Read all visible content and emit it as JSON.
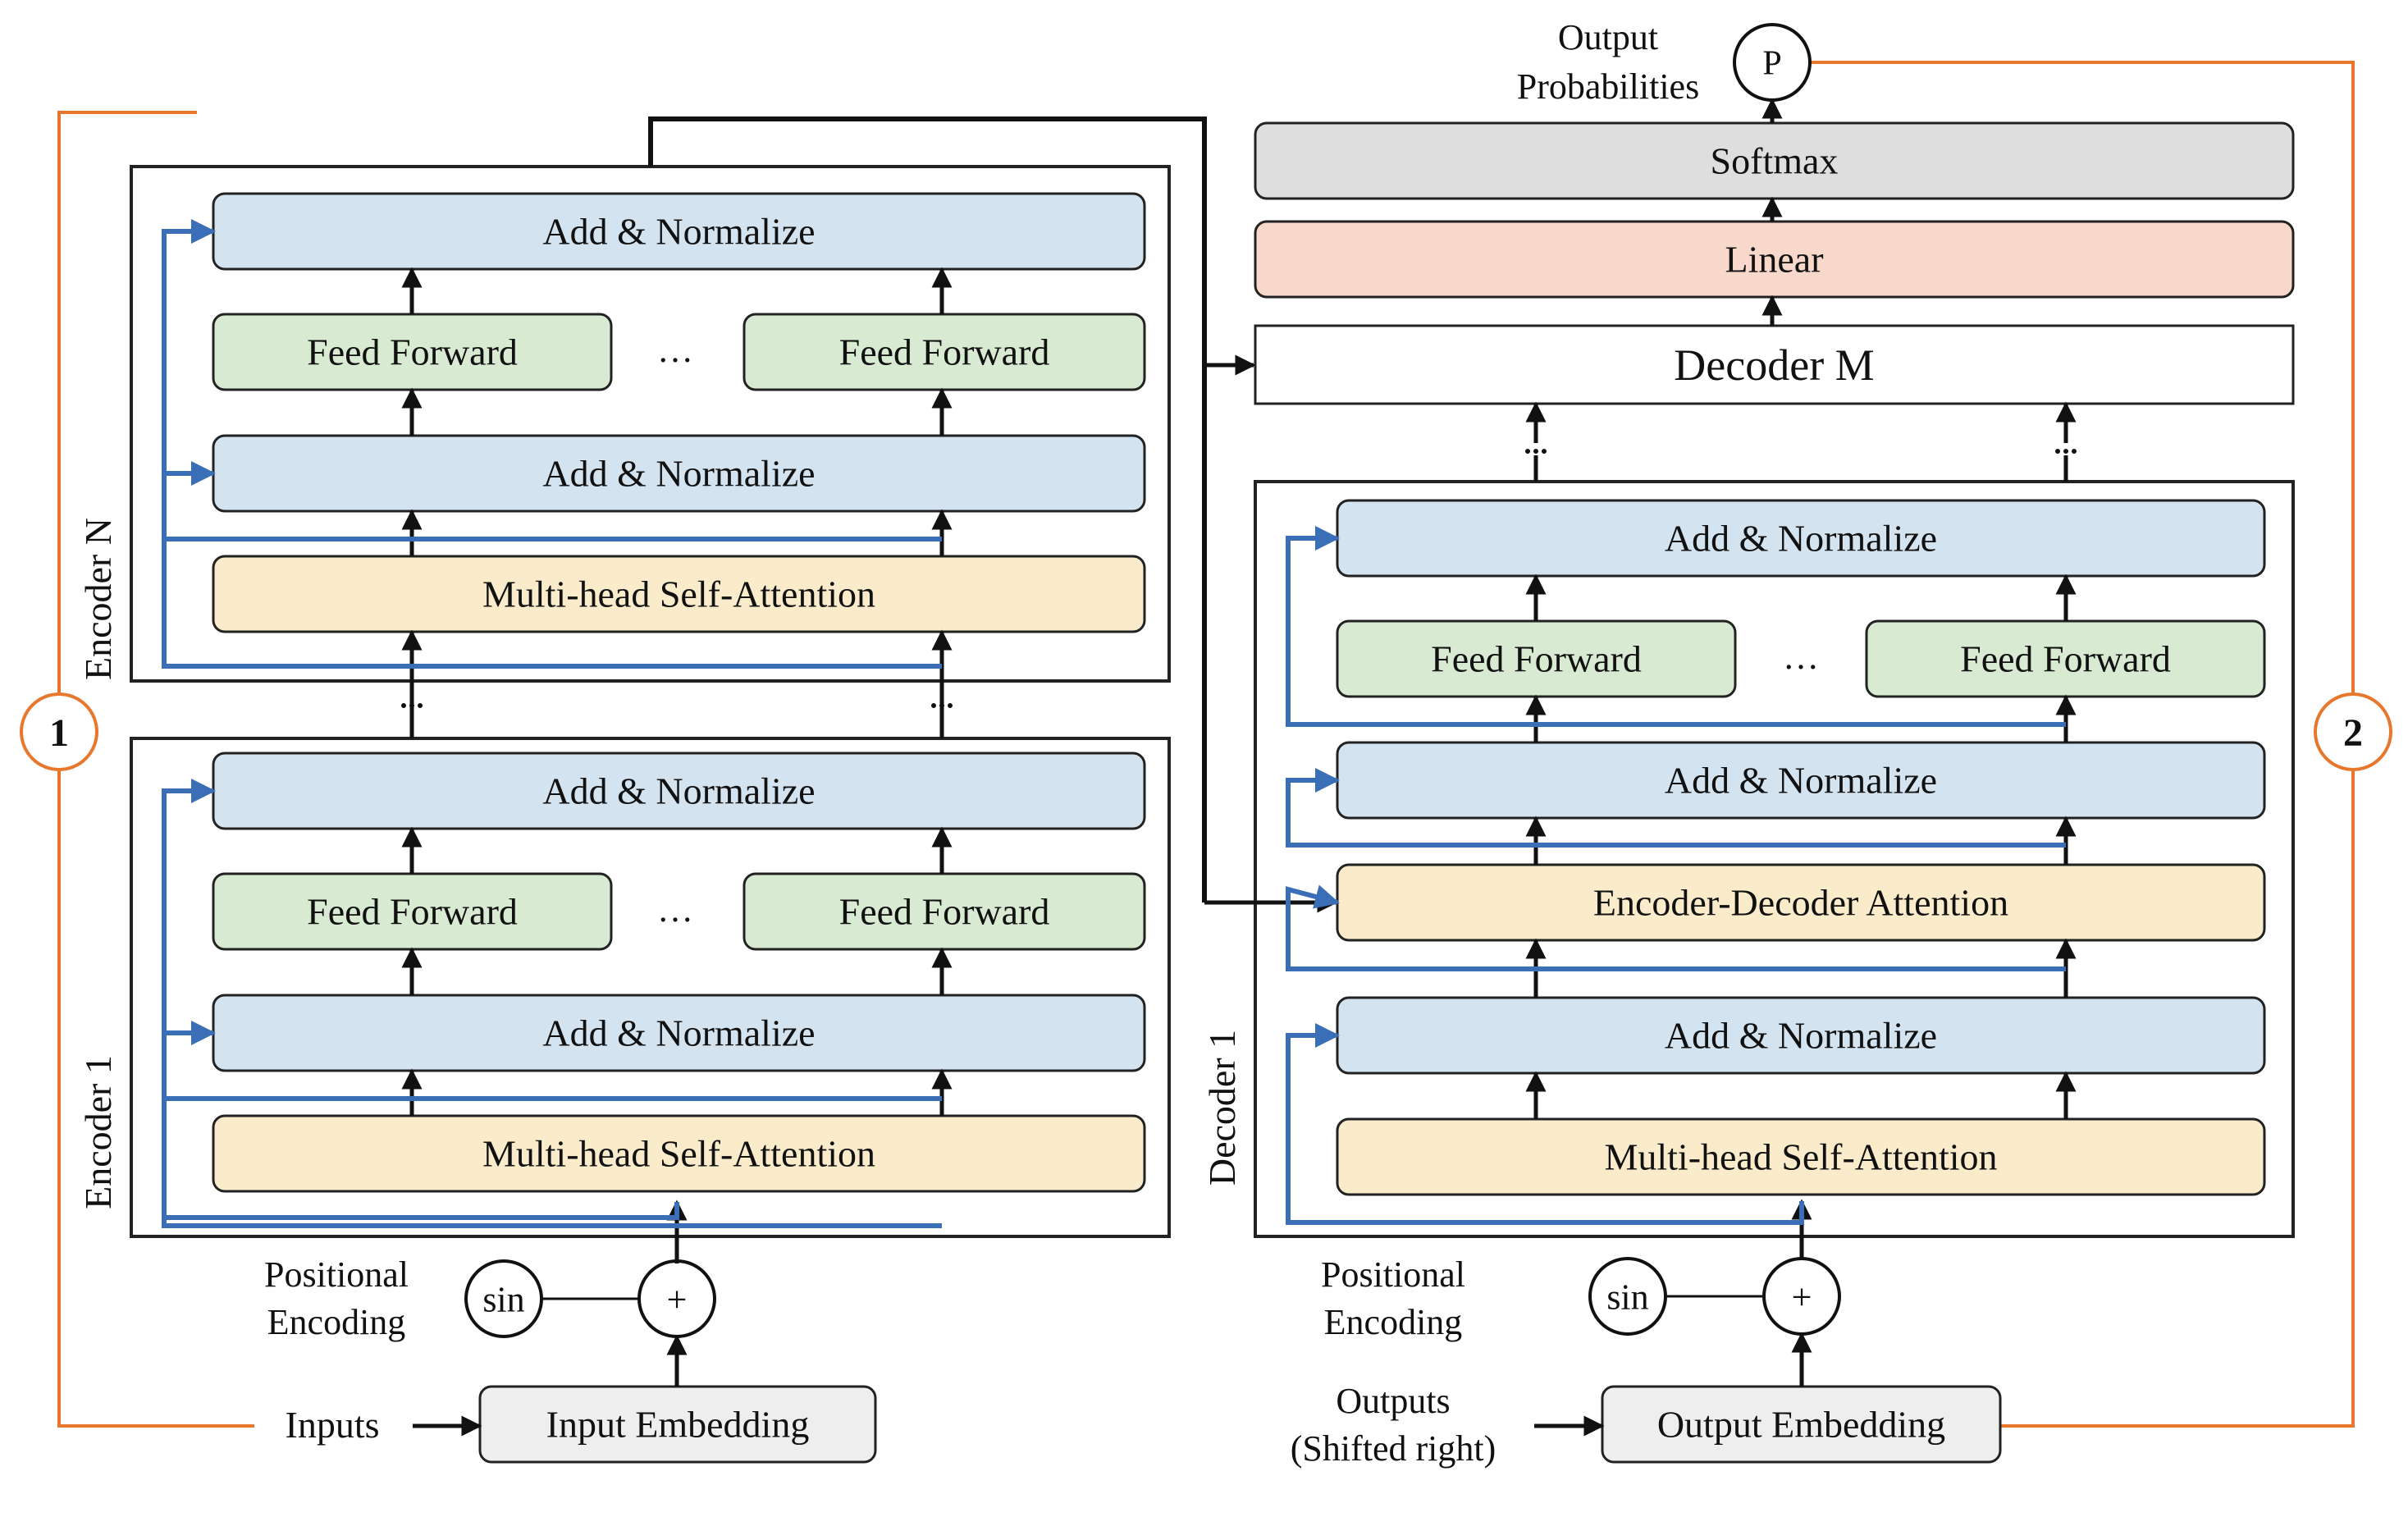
{
  "colors": {
    "add_normalize": "#d4e3f0",
    "feed_forward": "#d9ead3",
    "attention": "#faeccb",
    "linear": "#f8d8cb",
    "softmax": "#dedede",
    "embedding": "#eeeeee",
    "residual_line": "#3a6fb7",
    "orange_line": "#e8772e",
    "border": "#222222"
  },
  "encoder": {
    "top_block_label": "Encoder N",
    "bottom_block_label": "Encoder 1",
    "add_normalize": "Add & Normalize",
    "feed_forward": "Feed Forward",
    "self_attention": "Multi-head Self-Attention",
    "ellipsis": "…",
    "positional_encoding": [
      "Positional",
      "Encoding"
    ],
    "sin": "sin",
    "plus": "+",
    "inputs": "Inputs",
    "input_embedding": "Input Embedding"
  },
  "decoder": {
    "block_label": "Decoder 1",
    "top_block": "Decoder M",
    "add_normalize": "Add & Normalize",
    "feed_forward": "Feed Forward",
    "enc_dec_attention": "Encoder-Decoder Attention",
    "self_attention": "Multi-head Self-Attention",
    "ellipsis": "…",
    "positional_encoding": [
      "Positional",
      "Encoding"
    ],
    "sin": "sin",
    "plus": "+",
    "outputs": [
      "Outputs",
      "(Shifted right)"
    ],
    "output_embedding": "Output Embedding"
  },
  "head": {
    "linear": "Linear",
    "softmax": "Softmax",
    "output_label": [
      "Output",
      "Probabilities"
    ],
    "p": "P"
  },
  "markers": {
    "one": "1",
    "two": "2"
  }
}
